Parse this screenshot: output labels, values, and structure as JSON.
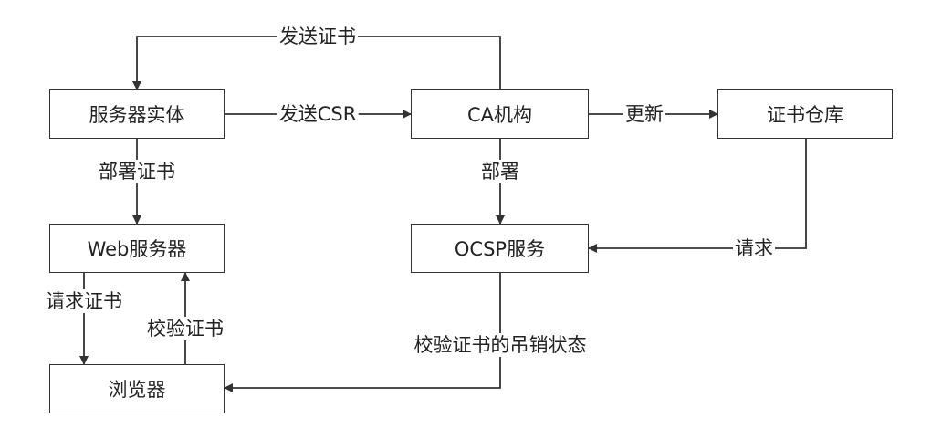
{
  "nodes": {
    "entity": "服务器实体",
    "ca": "CA机构",
    "repo": "证书仓库",
    "web": "Web服务器",
    "ocsp": "OCSP服务",
    "browser": "浏览器"
  },
  "edges": {
    "send_cert": "发送证书",
    "send_csr": "发送CSR",
    "update": "更新",
    "deploy_cert": "部署证书",
    "deploy": "部署",
    "request": "请求",
    "request_cert": "请求证书",
    "verify_cert": "校验证书",
    "verify_revocation": "校验证书的吊销状态"
  }
}
